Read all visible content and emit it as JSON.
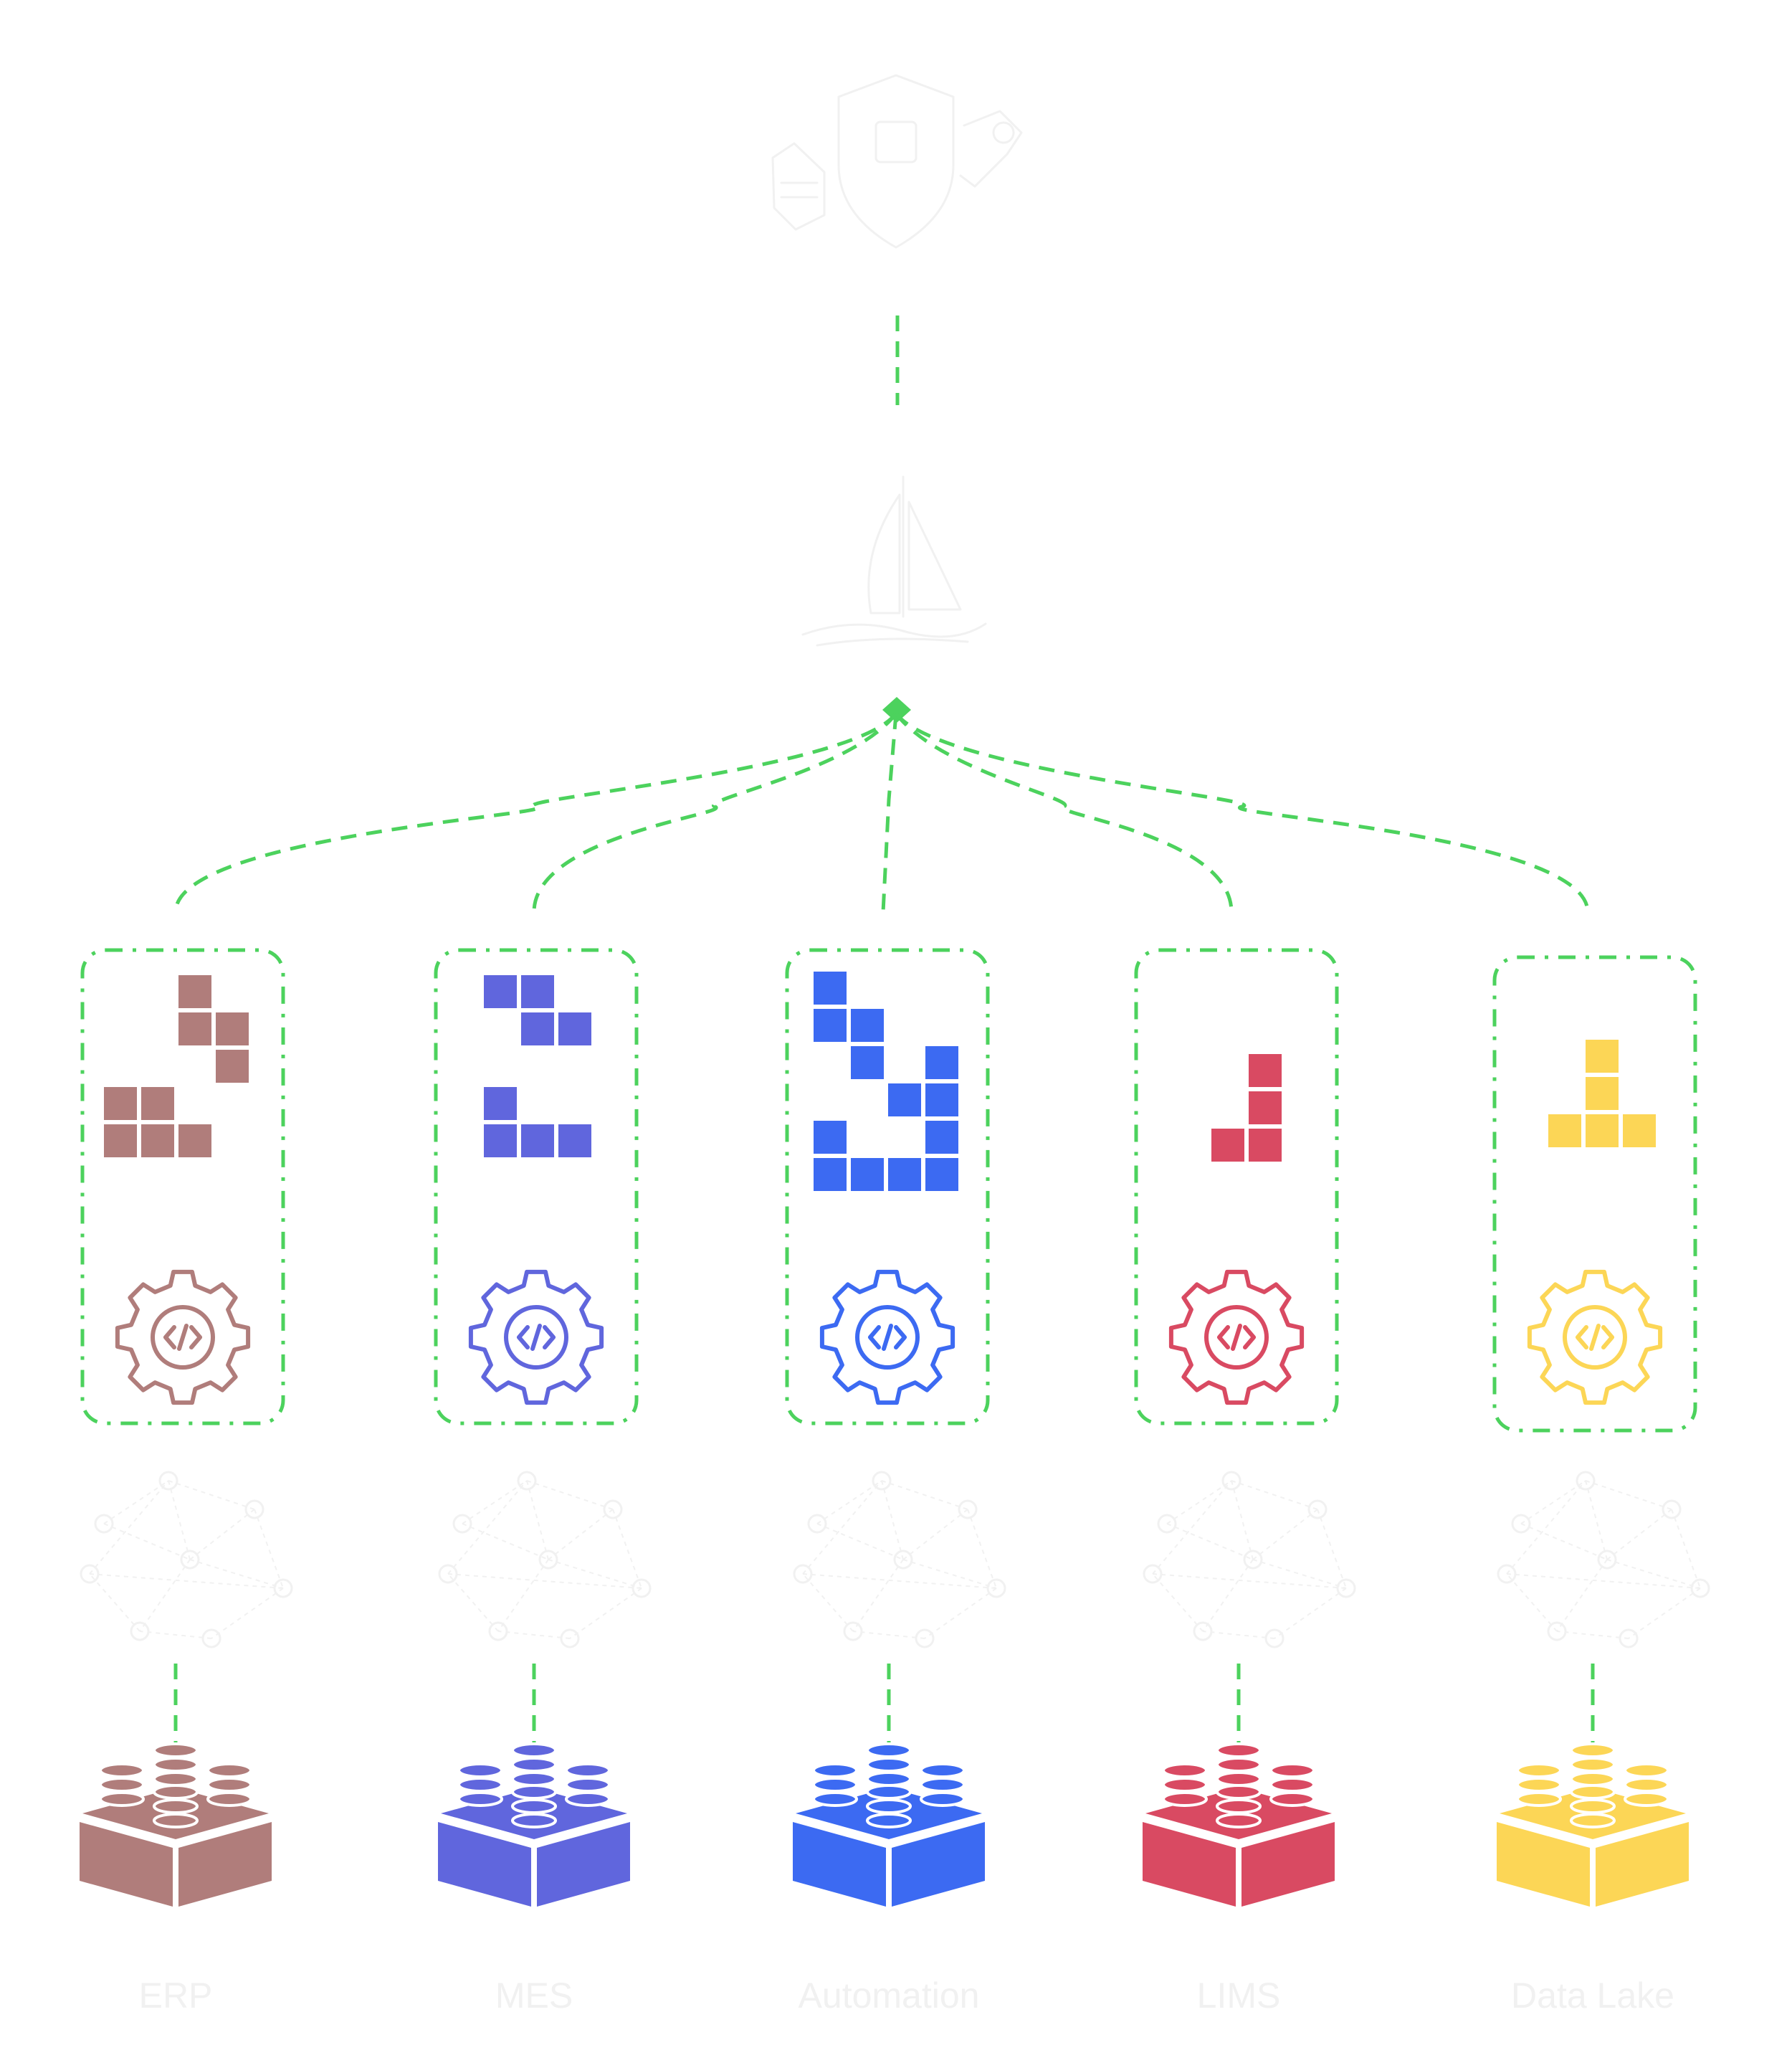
{
  "colors": {
    "connector": "#4cd25d",
    "ghost_icon": "#f1f1f1",
    "label": "#f1f1f1"
  },
  "top": {
    "icon": "shield-tools-icon",
    "hub_icon": "sailboat-icon"
  },
  "sources": [
    {
      "id": "erp",
      "label": "ERP",
      "color": "#b07d7b",
      "icons": [
        "block-pattern-icon",
        "code-gear-icon",
        "network-graph-icon",
        "database-brick-icon"
      ]
    },
    {
      "id": "mes",
      "label": "MES",
      "color": "#6066dd",
      "icons": [
        "block-pattern-icon",
        "code-gear-icon",
        "network-graph-icon",
        "database-brick-icon"
      ]
    },
    {
      "id": "automation",
      "label": "Automation",
      "color": "#3c6af2",
      "icons": [
        "block-pattern-icon",
        "code-gear-icon",
        "network-graph-icon",
        "database-brick-icon"
      ]
    },
    {
      "id": "lims",
      "label": "LIMS",
      "color": "#d94a62",
      "icons": [
        "block-pattern-icon",
        "code-gear-icon",
        "network-graph-icon",
        "database-brick-icon"
      ]
    },
    {
      "id": "data-lake",
      "label": "Data Lake",
      "color": "#fcd656",
      "icons": [
        "block-pattern-icon",
        "code-gear-icon",
        "network-graph-icon",
        "database-brick-icon"
      ]
    }
  ]
}
